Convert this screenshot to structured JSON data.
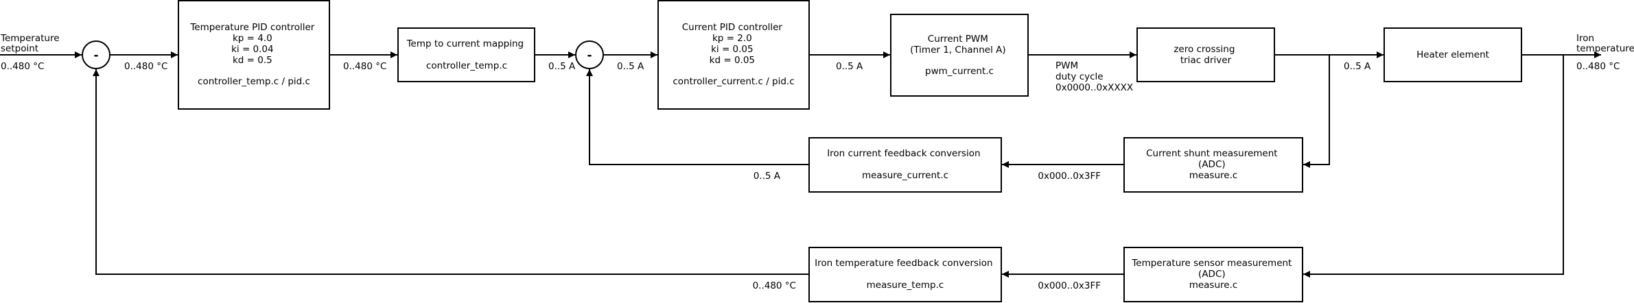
{
  "diagram": {
    "blocks": {
      "temp_pid": [
        "Temperature PID controller",
        "kp = 4.0",
        "ki = 0.04",
        "kd = 0.5",
        "",
        "controller_temp.c / pid.c"
      ],
      "temp_map": [
        "Temp to current mapping",
        "",
        "controller_temp.c"
      ],
      "current_pid": [
        "Current PID controller",
        "kp = 2.0",
        "ki = 0.05",
        "kd = 0.05",
        "",
        "controller_current.c / pid.c"
      ],
      "current_pwm": [
        "Current PWM",
        "(Timer 1, Channel A)",
        "",
        "pwm_current.c"
      ],
      "triac": [
        "zero crossing",
        "triac driver"
      ],
      "heater": [
        "Heater element"
      ],
      "current_fb": [
        "Iron current feedback conversion",
        "",
        "measure_current.c"
      ],
      "current_shunt": [
        "Current shunt measurement",
        "(ADC)",
        "measure.c"
      ],
      "temp_fb": [
        "Iron temperature feedback conversion",
        "",
        "measure_temp.c"
      ],
      "temp_sensor": [
        "Temperature sensor measurement",
        "(ADC)",
        "measure.c"
      ]
    },
    "sums": {
      "sum1": "-",
      "sum2": "-"
    },
    "labels": {
      "setpoint_title": [
        "Temperature",
        "setpoint"
      ],
      "setpoint_range": "0..480 °C",
      "sum1_out": "0..480 °C",
      "pid_out": "0..480 °C",
      "map_out": "0..5 A",
      "sum2_out": "0..5 A",
      "cpid_out": "0..5 A",
      "pwm_out": [
        "PWM",
        "duty cycle",
        "0x0000..0xXXXX"
      ],
      "triac_out": "0..5 A",
      "iron_title": [
        "Iron",
        "temperature"
      ],
      "iron_range": "0..480 °C",
      "current_fb_out": "0..5 A",
      "shunt_out": "0x000..0x3FF",
      "temp_fb_out": "0..480 °C",
      "sensor_out": "0x000..0x3FF"
    }
  }
}
